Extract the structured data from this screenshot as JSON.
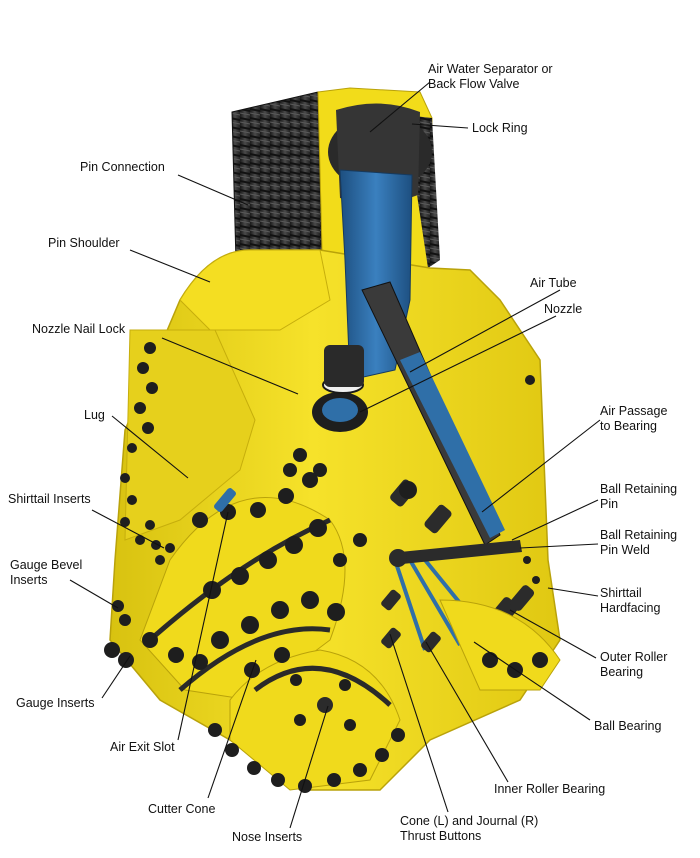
{
  "labels": {
    "air_water_separator": "Air Water Separator or\nBack Flow Valve",
    "lock_ring": "Lock Ring",
    "pin_connection": "Pin Connection",
    "pin_shoulder": "Pin Shoulder",
    "air_tube": "Air Tube",
    "nozzle": "Nozzle",
    "nozzle_nail_lock": "Nozzle Nail Lock",
    "air_passage_to_bearing": "Air Passage\nto Bearing",
    "lug": "Lug",
    "ball_retaining_pin": "Ball Retaining\nPin",
    "shirttail_inserts": "Shirttail Inserts",
    "ball_retaining_pin_weld": "Ball Retaining\nPin Weld",
    "gauge_bevel_inserts": "Gauge Bevel\nInserts",
    "shirttail_hardfacing": "Shirttail\nHardfacing",
    "outer_roller_bearing": "Outer Roller\nBearing",
    "gauge_inserts": "Gauge Inserts",
    "ball_bearing": "Ball Bearing",
    "air_exit_slot": "Air Exit Slot",
    "inner_roller_bearing": "Inner Roller Bearing",
    "cutter_cone": "Cutter Cone",
    "cone_thrust_buttons": "Cone (L) and Journal (R)\nThrust Buttons",
    "nose_inserts": "Nose Inserts"
  },
  "colors": {
    "body_yellow": "#f2dc1a",
    "body_shadow": "#c9b40e",
    "thread_dark": "#2e2e2e",
    "air_tube_blue": "#2f6fa8",
    "insert_black": "#1e1e1e",
    "leader_line": "#111111"
  }
}
